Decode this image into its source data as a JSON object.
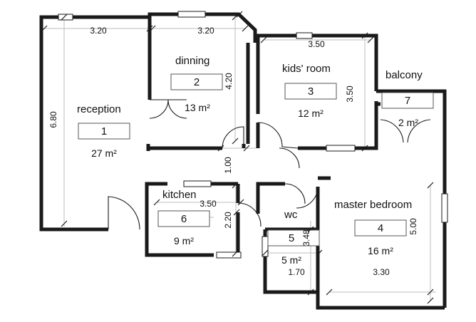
{
  "rooms": [
    {
      "key": "reception",
      "name": "reception",
      "number": "1",
      "area": "27 m²"
    },
    {
      "key": "dinning",
      "name": "dinning",
      "number": "2",
      "area": "13 m²"
    },
    {
      "key": "kids",
      "name": "kids' room",
      "number": "3",
      "area": "12 m²"
    },
    {
      "key": "master",
      "name": "master bedroom",
      "number": "4",
      "area": "16 m²"
    },
    {
      "key": "wc",
      "name": "wc",
      "number": "5",
      "area": "5 m²"
    },
    {
      "key": "kitchen",
      "name": "kitchen",
      "number": "6",
      "area": "9 m²"
    },
    {
      "key": "balcony",
      "name": "balcony",
      "number": "7",
      "area": "2 m²"
    }
  ],
  "dimensions": {
    "reception_width": "3.20",
    "reception_height": "6.80",
    "dinning_width": "3.20",
    "dinning_height": "4.20",
    "kids_width": "3.50",
    "kids_height": "3.50",
    "corridor": "1.00",
    "kitchen_width": "3.50",
    "kitchen_height": "2.20",
    "wc_height": "3.48",
    "wc_width": "1.70",
    "master_height": "5.00",
    "master_width": "3.30"
  }
}
